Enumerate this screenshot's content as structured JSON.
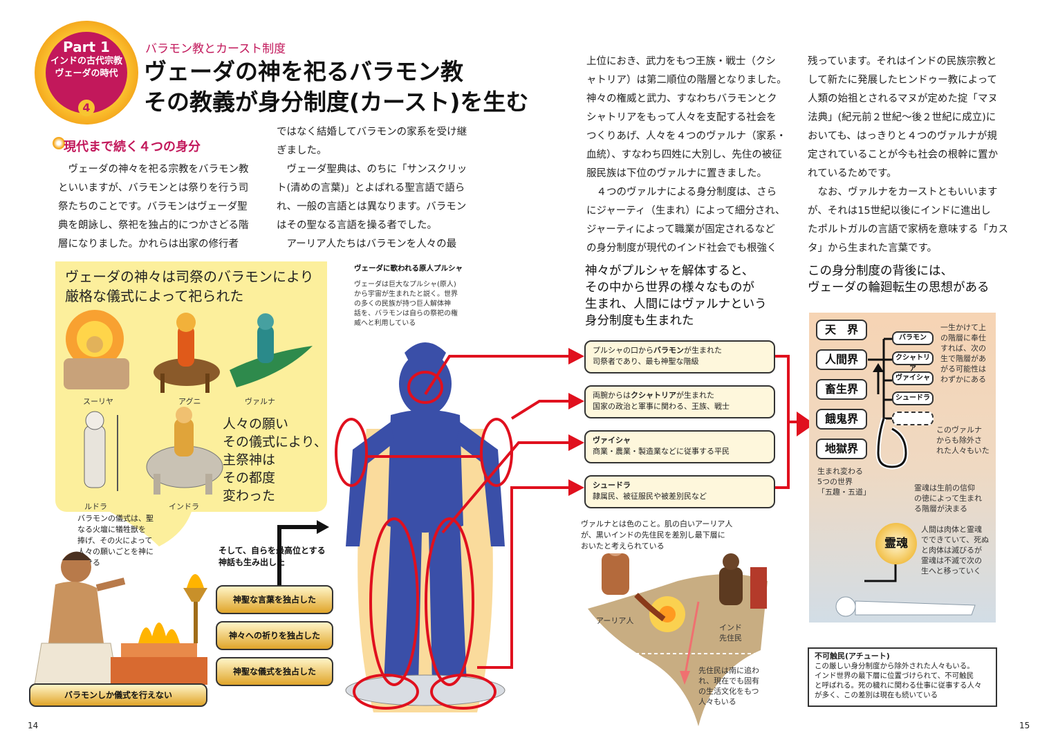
{
  "badge": {
    "part": "Part 1",
    "line1": "インドの古代宗教",
    "line2": "ヴェーダの時代",
    "num": "4"
  },
  "header": {
    "category": "バラモン教とカースト制度",
    "title1": "ヴェーダの神を祀るバラモン教",
    "title2": "その教義が身分制度(カースト)を生む"
  },
  "section": {
    "heading": "現代まで続く４つの身分"
  },
  "text_col1": [
    "　ヴェーダの神々を祀る宗教をバラモン教",
    "といいますが、バラモンとは祭りを行う司",
    "祭たちのことです。バラモンはヴェーダ聖",
    "典を朗詠し、祭祀を独占的につかさどる階",
    "層になりました。かれらは出家の修行者"
  ],
  "text_col2": [
    "ではなく結婚してバラモンの家系を受け継",
    "ぎました。",
    "　ヴェーダ聖典は、のちに「サンスクリッ",
    "ト(清めの言葉)」とよばれる聖言語で語ら",
    "れ、一般の言語とは異なります。バラモン",
    "はその聖なる言語を操る者でした。",
    "　アーリア人たちはバラモンを人々の最"
  ],
  "text_col3": [
    "上位におき、武力をもつ王族・戦士（クシ",
    "ャトリア）は第二順位の階層となりました。",
    "神々の権威と武力、すなわちバラモンとク",
    "シャトリアをもって人々を支配する社会を",
    "つくりあげ、人々を４つのヴァルナ（家系・",
    "血統）、すなわち四姓に大別し、先住の被征",
    "服民族は下位のヴァルナに置きました。",
    "　４つのヴァルナによる身分制度は、さら",
    "にジャーティ（生まれ）によって細分され、",
    "ジャーティによって職業が固定されるなど",
    "の身分制度が現代のインド社会でも根強く"
  ],
  "text_col4": [
    "残っています。それはインドの民族宗教と",
    "して新たに発展したヒンドゥー教によって",
    "人類の始祖とされるマヌが定めた掟「マヌ",
    "法典」(紀元前２世紀〜後２世紀に成立)に",
    "おいても、はっきりと４つのヴァルナが規",
    "定されていることが今も社会の根幹に置か",
    "れているためです。",
    "　なお、ヴァルナをカーストともいいます",
    "が、それは15世紀以後にインドに進出し",
    "たポルトガルの言語で家柄を意味する「カス",
    "タ」から生まれた言葉です。"
  ],
  "left_panel": {
    "title1": "ヴェーダの神々は司祭のバラモンにより",
    "title2": "厳格な儀式によって祀られた",
    "gods": [
      "スーリヤ",
      "アグニ",
      "ヴァルナ",
      "ルドラ",
      "インドラ"
    ],
    "wish": [
      "人々の願い",
      "その儀式により、",
      "主祭神は",
      "その都度",
      "変わった"
    ],
    "ritual_note": [
      "バラモンの儀式は、聖",
      "なる火壇に犠牲獣を",
      "捧げ、その火によって",
      "人々の願いごとを神に",
      "届ける"
    ],
    "then": [
      "そして、自らを最高位とする",
      "神話も生み出した"
    ],
    "steps": [
      "神聖な言葉を独占した",
      "神々への祈りを独占した",
      "神聖な儀式を独占した"
    ],
    "base": "バラモンしか儀式を行えない"
  },
  "purusha": {
    "caption": "ヴェーダに歌われる原人プルシャ",
    "text": [
      "ヴェーダは巨大なプルシャ(原人)",
      "から宇宙が生まれたと説く。世界",
      "の多くの民族が持つ巨人解体神",
      "話を、バラモンは自らの祭祀の権",
      "威へと利用している"
    ]
  },
  "middle": {
    "heading": [
      "神々がプルシャを解体すると、",
      "その中から世界の様々なものが",
      "生まれ、人間にはヴァルナという",
      "身分制度も生まれた"
    ],
    "varnas": [
      {
        "pre": "プルシャの口から",
        "name": "バラモン",
        "post": "が生まれた",
        "desc": "司祭者であり、最も神聖な階級"
      },
      {
        "pre": "両腕からは",
        "name": "クシャトリア",
        "post": "が生まれた",
        "desc": "国家の政治と軍事に関わる、王族、戦士"
      },
      {
        "pre": "",
        "name": "ヴァイシャ",
        "post": "",
        "desc": "商業・農業・製造業などに従事する平民"
      },
      {
        "pre": "",
        "name": "シュードラ",
        "post": "",
        "desc": "隷属民、被征服民や被差別民など"
      }
    ],
    "note": [
      "ヴァルナとは色のこと。肌の白いアーリア人",
      "が、黒いインドの先住民を差別し最下層に",
      "おいたと考えられている"
    ],
    "aryan": "アーリア人",
    "native1": "インド",
    "native2": "先住民",
    "south_note": [
      "先住民は南に追わ",
      "れ、現在でも固有",
      "の生活文化をもつ",
      "人々もいる"
    ]
  },
  "right": {
    "heading": [
      "この身分制度の背後には、",
      "ヴェーダの輪廻転生の思想がある"
    ],
    "realms": [
      "天　界",
      "人間界",
      "畜生界",
      "餓鬼界",
      "地獄界"
    ],
    "castes": [
      "バラモン",
      "クシャトリア",
      "ヴァイシャ",
      "シュードラ"
    ],
    "effort_note": [
      "一生かけて上",
      "の階層に奉仕",
      "すれば、次の",
      "生で階層があ",
      "がる可能性は",
      "わずかにある"
    ],
    "excluded_note": [
      "このヴァルナ",
      "からも除外さ",
      "れた人々もいた"
    ],
    "reborn_note": [
      "生まれ変わる",
      "5つの世界",
      "「五趣・五道」"
    ],
    "soul_note1": [
      "霊魂は生前の信仰",
      "の徳によって生まれ",
      "る階層が決まる"
    ],
    "soul": "霊魂",
    "soul_note2": [
      "人間は肉体と霊魂",
      "でできていて、死ぬ",
      "と肉体は滅びるが",
      "霊魂は不滅で次の",
      "生へと移っていく"
    ],
    "untouchable_head": "不可触民(アチュート)",
    "untouchable_text": [
      "この厳しい身分制度から除外された人々もいる。",
      "インド世界の最下層に位置づけられて、不可触民",
      "と呼ばれる。死の穢れに関わる仕事に従事する人々",
      "が多く、この差別は現在も続いている"
    ]
  },
  "pages": {
    "left": "14",
    "right": "15"
  },
  "colors": {
    "accent": "#c2185b",
    "arrow": "#e0101e",
    "panel_yellow": "#fcef9c",
    "body_blue": "#3a4fa8"
  }
}
